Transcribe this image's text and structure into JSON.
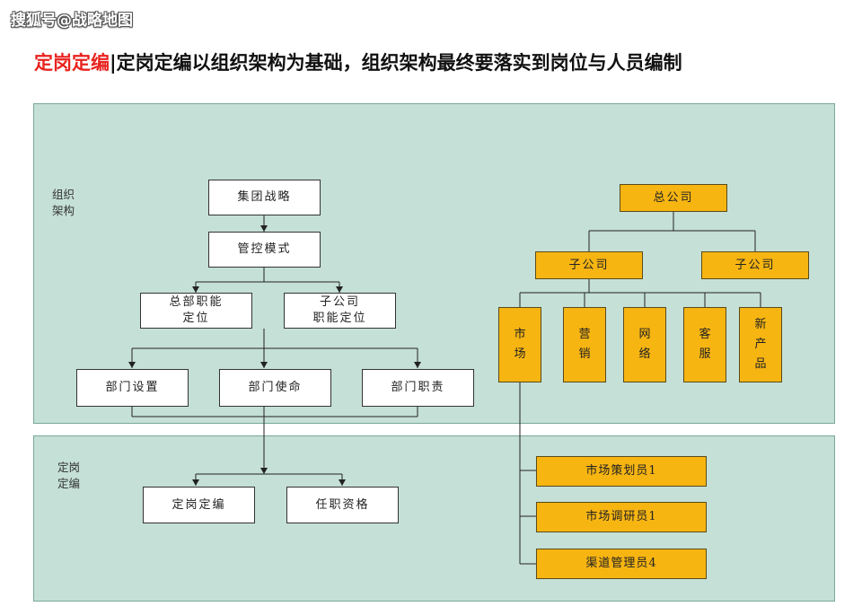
{
  "watermark": "搜狐号@战略地图",
  "headline": {
    "accent": "定岗定编",
    "rest": "|定岗定编以组织架构为基础，组织架构最终要落实到岗位与人员编制"
  },
  "panels": {
    "org_label": "组织架构",
    "staffing_label": "定岗定编"
  },
  "left_flow": {
    "group_strategy": "集团战略",
    "control_mode": "管控模式",
    "hq_function_line1": "总部职能",
    "hq_function_line2": "定位",
    "sub_function_line1": "子公司",
    "sub_function_line2": "职能定位",
    "dept_setup": "部门设置",
    "dept_mission": "部门使命",
    "dept_duty": "部门职责",
    "staffing": "定岗定编",
    "qualification": "任职资格"
  },
  "org_chart": {
    "head_office": "总公司",
    "subsidiary_a": "子公司",
    "subsidiary_b": "子公司",
    "departments": [
      "市场",
      "营销",
      "网络",
      "客服",
      "新产品"
    ],
    "positions": [
      "市场策划员1",
      "市场调研员1",
      "渠道管理员4"
    ]
  },
  "colors": {
    "panel_bg": "#c5e0d6",
    "orange_box": "#f7b512",
    "accent_red": "#e8231f"
  }
}
